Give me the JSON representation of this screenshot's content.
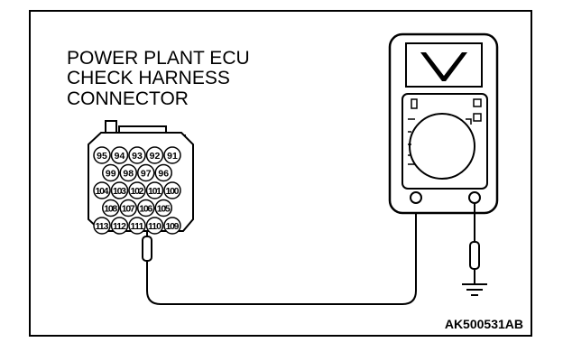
{
  "title_lines": [
    "POWER PLANT ECU",
    "CHECK HARNESS",
    "CONNECTOR"
  ],
  "connector": {
    "rows": [
      [
        "95",
        "94",
        "93",
        "92",
        "91"
      ],
      [
        "99",
        "98",
        "97",
        "96"
      ],
      [
        "104",
        "103",
        "102",
        "101",
        "100"
      ],
      [
        "108",
        "107",
        "106",
        "105"
      ],
      [
        "113",
        "112",
        "111",
        "110",
        "109"
      ]
    ],
    "probed_pin": "106"
  },
  "meter": {
    "display_icon": "voltage-v-icon",
    "dial_icon": "rotary-selector-dial-icon"
  },
  "ground_icon": "ground-symbol-icon",
  "figure_code": "AK500531AB"
}
